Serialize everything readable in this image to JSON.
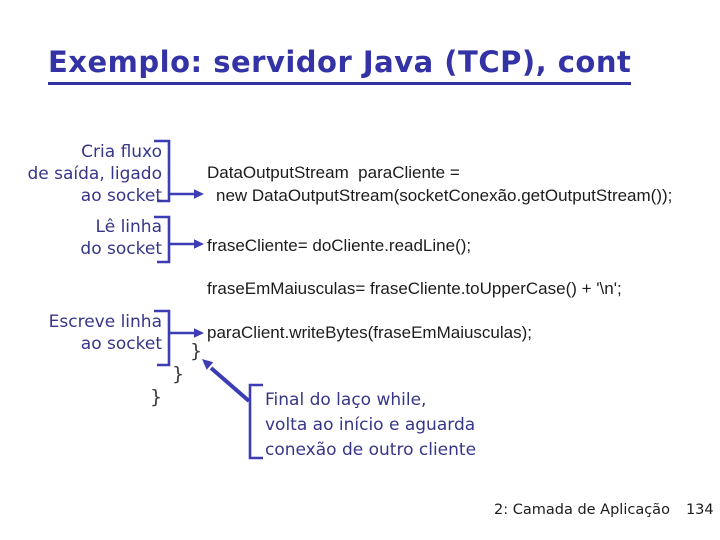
{
  "slide": {
    "title": "Exemplo: servidor Java (TCP), cont",
    "annotations": {
      "cria_fluxo": {
        "lines": [
          "Cria fluxo",
          "de saída, ligado",
          "ao socket"
        ]
      },
      "le_linha": {
        "lines": [
          "Lê linha",
          "do socket"
        ]
      },
      "escreve_linha": {
        "lines": [
          "Escreve linha",
          "ao socket"
        ]
      },
      "final_laco": {
        "lines": [
          "Final do laço while,",
          "volta ao início e aguarda",
          "conexão de outro cliente"
        ]
      }
    },
    "code": {
      "lines": [
        {
          "text": "DataOutputStream  paraCliente ="
        },
        {
          "text": "new DataOutputStream(socketConexão.getOutputStream());"
        },
        {
          "text": "fraseCliente= doCliente.readLine();"
        },
        {
          "text": "fraseEmMaiusculas= fraseCliente.toUpperCase() + '\\n';"
        },
        {
          "text": "paraClient.writeBytes(fraseEmMaiusculas);"
        }
      ],
      "brace": "}"
    },
    "footer": {
      "section": "2: Camada de Aplicação",
      "page": "134"
    },
    "colors": {
      "title": "#3333a6",
      "annotation": "#363689",
      "arrow": "#3c3cb4",
      "code": "#1c1c1c",
      "background": "#ffffff"
    }
  }
}
